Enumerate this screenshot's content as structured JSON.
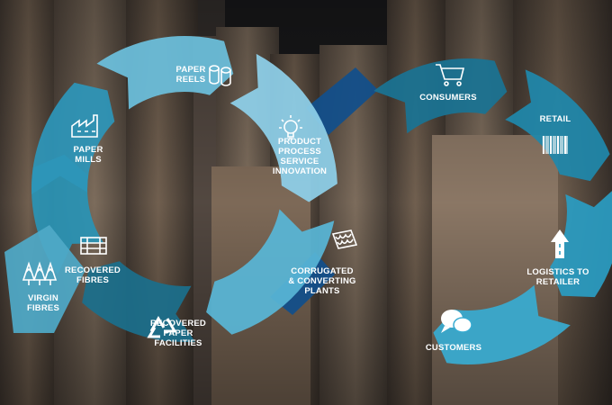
{
  "diagram": {
    "stages": [
      {
        "id": "paper-reels",
        "lines": [
          "PAPER",
          "REELS"
        ],
        "icon": "paper-rolls-icon",
        "color": "#6cc0dd"
      },
      {
        "id": "product-innovation",
        "lines": [
          "PRODUCT",
          "PROCESS",
          "SERVICE",
          "INNOVATION"
        ],
        "icon": "lightbulb-icon",
        "color": "#8ed0e9"
      },
      {
        "id": "consumers",
        "lines": [
          "CONSUMERS"
        ],
        "icon": "shopping-cart-icon",
        "color": "#1a7393"
      },
      {
        "id": "retail",
        "lines": [
          "RETAIL"
        ],
        "icon": "barcode-icon",
        "color": "#1f88ab"
      },
      {
        "id": "logistics-to-retailer",
        "lines": [
          "LOGISTICS TO",
          "RETAILER"
        ],
        "icon": "road-arrow-icon",
        "color": "#2a9cc2"
      },
      {
        "id": "customers",
        "lines": [
          "CUSTOMERS"
        ],
        "icon": "speech-bubbles-icon",
        "color": "#38abd1"
      },
      {
        "id": "corrugated-plants",
        "lines": [
          "CORRUGATED",
          "& CONVERTING",
          "PLANTS"
        ],
        "icon": "corrugated-board-icon",
        "color": "#58b6d6"
      },
      {
        "id": "recovered-paper-facilities",
        "lines": [
          "RECOVERED",
          "PAPER",
          "FACILITIES"
        ],
        "icon": "recycle-icon",
        "color": "#1b6f8c"
      },
      {
        "id": "recovered-fibres",
        "lines": [
          "RECOVERED",
          "FIBRES"
        ],
        "icon": "fibre-bale-icon",
        "color": "#2a93b5"
      },
      {
        "id": "virgin-fibres",
        "lines": [
          "VIRGIN",
          "FIBRES"
        ],
        "icon": "trees-icon",
        "color": "#4fa9c7"
      },
      {
        "id": "paper-mills",
        "lines": [
          "PAPER",
          "MILLS"
        ],
        "icon": "factory-icon",
        "color": "#2d96b9"
      }
    ]
  }
}
